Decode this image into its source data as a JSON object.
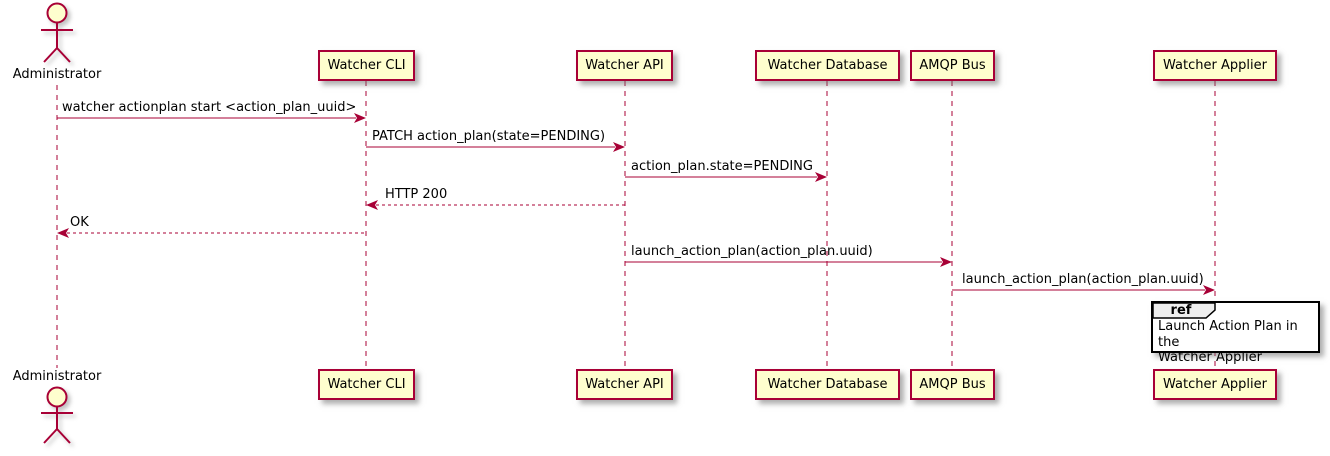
{
  "diagram": {
    "type": "sequence-diagram",
    "colors": {
      "accent": "#A80036",
      "participant_fill": "#FEFECE",
      "ref_header_fill": "#EEEEEE",
      "ref_border": "#000000",
      "text": "#000000"
    },
    "actor": {
      "label": "Administrator"
    },
    "participants": [
      {
        "label": "Watcher CLI"
      },
      {
        "label": "Watcher API"
      },
      {
        "label": "Watcher Database"
      },
      {
        "label": "AMQP Bus"
      },
      {
        "label": "Watcher Applier"
      }
    ],
    "messages": [
      {
        "from": "Administrator",
        "to": "Watcher CLI",
        "line": "solid",
        "label": "watcher actionplan start <action_plan_uuid>"
      },
      {
        "from": "Watcher CLI",
        "to": "Watcher API",
        "line": "solid",
        "label": "PATCH action_plan(state=PENDING)"
      },
      {
        "from": "Watcher API",
        "to": "Watcher Database",
        "line": "solid",
        "label": "action_plan.state=PENDING"
      },
      {
        "from": "Watcher API",
        "to": "Watcher CLI",
        "line": "dashed",
        "label": "HTTP 200"
      },
      {
        "from": "Watcher CLI",
        "to": "Administrator",
        "line": "dashed",
        "label": "OK"
      },
      {
        "from": "Watcher API",
        "to": "AMQP Bus",
        "line": "solid",
        "label": "launch_action_plan(action_plan.uuid)"
      },
      {
        "from": "AMQP Bus",
        "to": "Watcher Applier",
        "line": "solid",
        "label": "launch_action_plan(action_plan.uuid)"
      }
    ],
    "ref": {
      "keyword": "ref",
      "lines": [
        "Launch Action Plan in the",
        "Watcher Applier"
      ]
    }
  }
}
